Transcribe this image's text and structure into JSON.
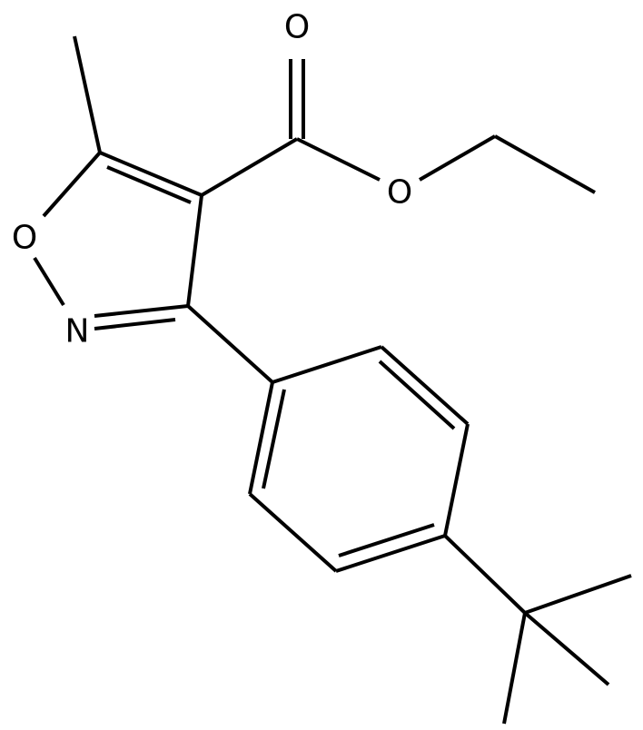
{
  "molecule": {
    "atoms": {
      "ring_o": "O",
      "ring_n": "N",
      "carbonyl_o": "O",
      "ester_o": "O"
    }
  },
  "colors": {
    "bond": "#000000",
    "label": "#000000",
    "background": "#ffffff"
  }
}
